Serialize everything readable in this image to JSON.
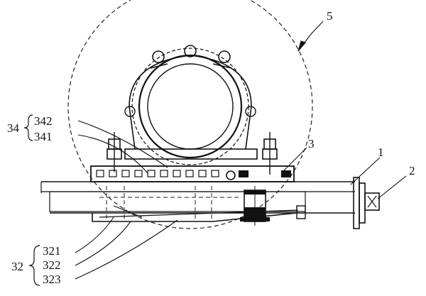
{
  "labels": {
    "assembly": "5",
    "group_34": "34",
    "part_342": "342",
    "part_341": "341",
    "part_3": "3",
    "part_1": "1",
    "part_2": "2",
    "group_32": "32",
    "part_321": "321",
    "part_322": "322",
    "part_323": "323"
  }
}
